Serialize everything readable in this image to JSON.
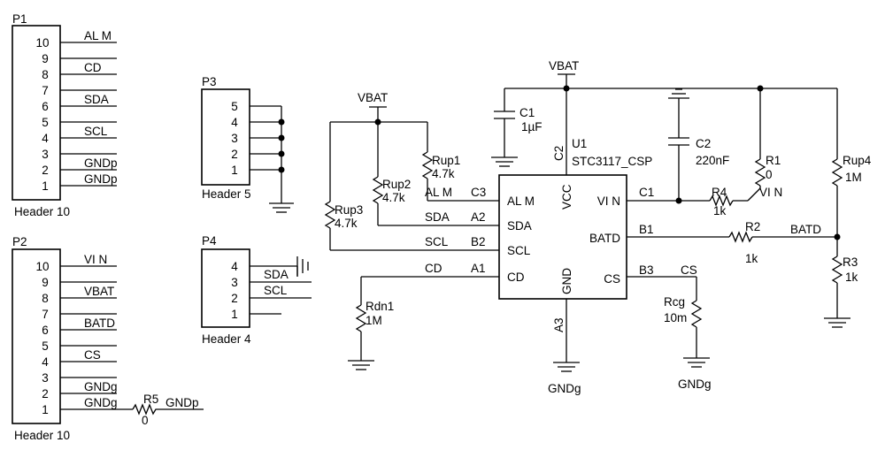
{
  "headers": {
    "p1": {
      "ref": "P1",
      "name": "Header 10",
      "pins": [
        "10",
        "9",
        "8",
        "7",
        "6",
        "5",
        "4",
        "3",
        "2",
        "1"
      ],
      "nets": [
        "AL M",
        "",
        "CD",
        "",
        "SDA",
        "",
        "SCL",
        "",
        "GNDp",
        "GNDp"
      ]
    },
    "p2": {
      "ref": "P2",
      "name": "Header 10",
      "pins": [
        "10",
        "9",
        "8",
        "7",
        "6",
        "5",
        "4",
        "3",
        "2",
        "1"
      ],
      "nets": [
        "VI N",
        "",
        "VBAT",
        "",
        "BATD",
        "",
        "CS",
        "",
        "GNDg",
        "GNDg"
      ]
    },
    "p3": {
      "ref": "P3",
      "name": "Header 5",
      "pins": [
        "5",
        "4",
        "3",
        "2",
        "1"
      ]
    },
    "p4": {
      "ref": "P4",
      "name": "Header 4",
      "pins": [
        "4",
        "3",
        "2",
        "1"
      ],
      "nets": [
        "SDA",
        "SCL"
      ]
    }
  },
  "r5": {
    "ref": "R5",
    "value": "0",
    "net": "GNDp"
  },
  "ic": {
    "ref": "U1",
    "part": "STC3117_CSP",
    "pins_left": [
      "AL M",
      "SDA",
      "SCL",
      "CD"
    ],
    "pins_right": [
      "VI N",
      "BATD",
      "CS"
    ],
    "pin_vcc": "VCC",
    "pin_gnd": "GND",
    "balls": {
      "c3": "C3",
      "a2": "A2",
      "b2": "B2",
      "a1": "A1",
      "c2": "C2",
      "c1": "C1",
      "b1": "B1",
      "b3": "B3",
      "a3": "A3"
    }
  },
  "nets": {
    "vbat": "VBAT",
    "alm": "AL M",
    "sda": "SDA",
    "scl": "SCL",
    "cd": "CD",
    "vin": "VI N",
    "batd": "BATD",
    "cs": "CS",
    "gndg": "GNDg"
  },
  "parts": {
    "rup1": {
      "ref": "Rup1",
      "value": "4.7k"
    },
    "rup2": {
      "ref": "Rup2",
      "value": "4.7k"
    },
    "rup3": {
      "ref": "Rup3",
      "value": "4.7k"
    },
    "rdn1": {
      "ref": "Rdn1",
      "value": "1M"
    },
    "c1": {
      "ref": "C1",
      "value": "1µF"
    },
    "c2": {
      "ref": "C2",
      "value": "220nF"
    },
    "r1": {
      "ref": "R1",
      "value": "0"
    },
    "r4": {
      "ref": "R4",
      "value": "1k"
    },
    "r2": {
      "ref": "R2",
      "value": "1k"
    },
    "rup4": {
      "ref": "Rup4",
      "value": "1M"
    },
    "r3": {
      "ref": "R3",
      "value": "1k"
    },
    "rcg": {
      "ref": "Rcg",
      "value": "10m"
    }
  }
}
